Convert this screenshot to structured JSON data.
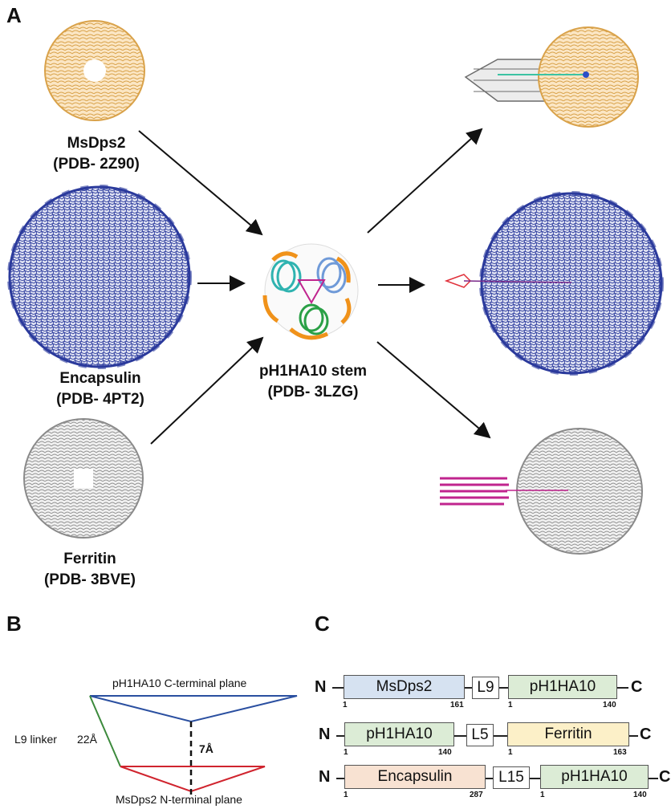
{
  "panels": {
    "a": "A",
    "b": "B",
    "c": "C"
  },
  "structures": {
    "msdps2": {
      "name": "MsDps2",
      "pdb": "(PDB- 2Z90)",
      "color": "#e9b565"
    },
    "encapsulin": {
      "name": "Encapsulin",
      "pdb": "(PDB- 4PT2)",
      "color": "#2b3a9c"
    },
    "ferritin": {
      "name": "Ferritin",
      "pdb": "(PDB- 3BVE)",
      "color": "#9a9a9a"
    },
    "stem": {
      "name": "pH1HA10 stem",
      "pdb": "(PDB- 3LZG)"
    }
  },
  "panel_b": {
    "top_plane": "pH1HA10 C-terminal plane",
    "bottom_plane": "MsDps2 N-terminal plane",
    "linker": "L9 linker",
    "linker_length": "22Å",
    "distance": "7Å",
    "colors": {
      "top": "#2a4fa0",
      "bottom": "#d0242e",
      "linker": "#3c8a3c"
    }
  },
  "panel_c": {
    "n": "N",
    "c": "C",
    "rows": [
      {
        "d1": {
          "label": "MsDps2",
          "start": "1",
          "end": "161",
          "color": "#d6e2f1"
        },
        "linker": "L9",
        "d2": {
          "label": "pH1HA10",
          "start": "1",
          "end": "140",
          "color": "#dcecd6"
        }
      },
      {
        "d1": {
          "label": "pH1HA10",
          "start": "1",
          "end": "140",
          "color": "#dcecd6"
        },
        "linker": "L5",
        "d2": {
          "label": "Ferritin",
          "start": "1",
          "end": "163",
          "color": "#fcf0c8"
        }
      },
      {
        "d1": {
          "label": "Encapsulin",
          "start": "1",
          "end": "287",
          "color": "#f8e2d2"
        },
        "linker": "L15",
        "d2": {
          "label": "pH1HA10",
          "start": "1",
          "end": "140",
          "color": "#dcecd6"
        }
      }
    ]
  }
}
